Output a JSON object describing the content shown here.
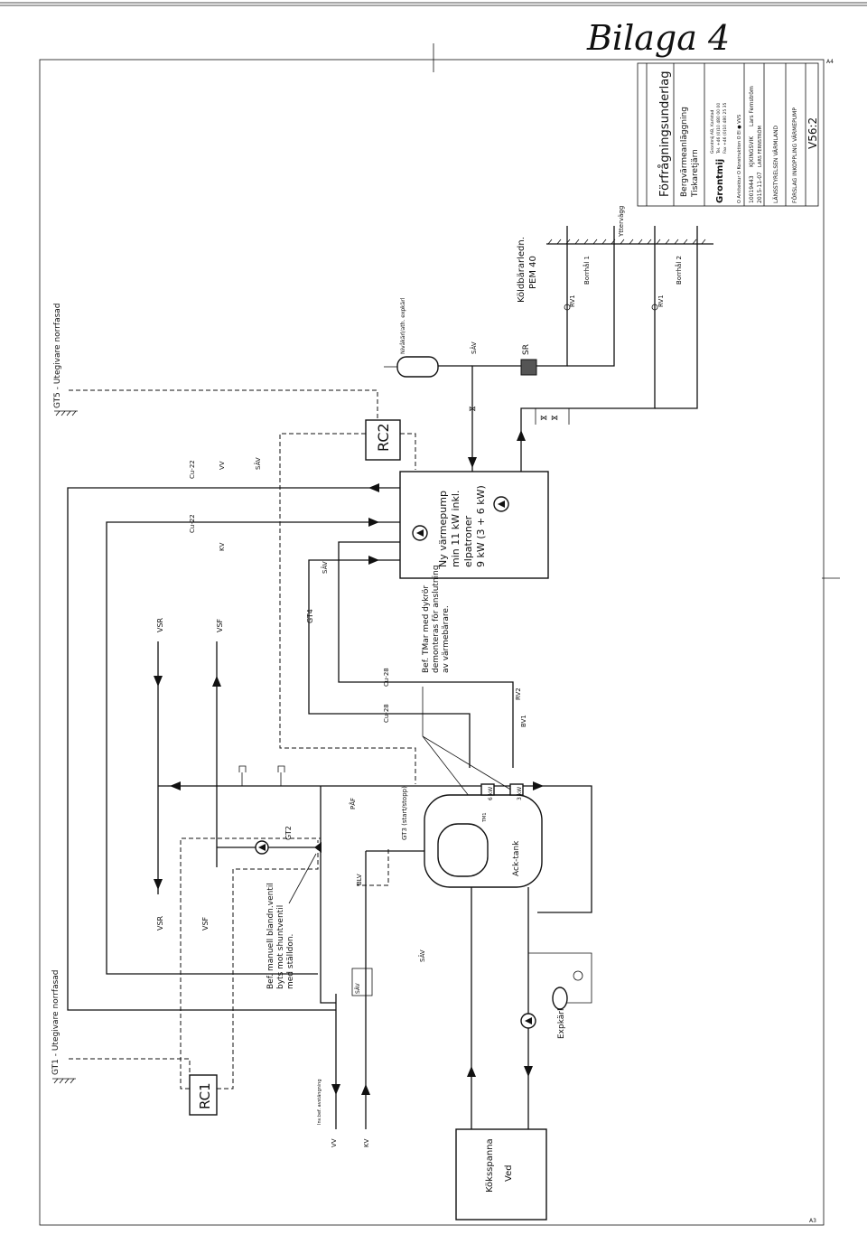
{
  "header": {
    "bilaga": "Bilaga 4"
  },
  "title_block": {
    "doc_type": "Förfrågningsunderlag",
    "project_line1": "Bergvärmeanläggning",
    "project_line2": "Tiskaretjärn",
    "company": "Grontmij",
    "office": "Grontmij AB, Karlstad",
    "phone": "Tel. +46 (0)10 480 00 00",
    "fax": "Fax +46 (0)10 480 25 35",
    "disciplines": "O Arkitektur   O Konstruktion   O El   ● VVS",
    "uppdragsnr": "10019443",
    "handlaggare": "KJKINGSVIK",
    "granskare": "Lars Fernström",
    "datum": "2015-11-07",
    "ansvarig": "LARS FERNSTRÖM",
    "client": "LÄNSSTYRELSEN VÄRMLAND",
    "drawing_title": "FÖRSLAG INKOPPLING VÄRMEPUMP",
    "drawing_no": "V56:2"
  },
  "components": {
    "heatpump": [
      "Ny värmepump",
      "min 11 kW inkl.",
      "elpatroner",
      "9 kW (3 + 6 kW)"
    ],
    "ackutank": "Ack-tank",
    "kitchen": [
      "Köksspanna",
      "Ved"
    ],
    "expansion_open": "Nivåkärl/ath. expkärl",
    "expkarl": "Expkärl",
    "rc1": "RC1",
    "rc2": "RC2",
    "sr": "SR"
  },
  "sensors": {
    "gt5": "GT5 - Utegivare norrfasad",
    "gt1": "GT1 - Utegivare norrfasad",
    "gt4": "GT4",
    "gt2": "GT2",
    "gt3": "GT3 (start/stopp)"
  },
  "labels": {
    "kolbararledn": "Köldbärarledn.",
    "pem": "PEM 40",
    "ytterdagg": "Yttervägg",
    "borrhal1": "Borrhål 1",
    "borrhal2": "Borrhål 2",
    "vv": "VV",
    "kv": "KV",
    "vsr": "VSR",
    "vsf": "VSF",
    "cu22a": "Cu-22",
    "cu22b": "Cu-22",
    "cu28a": "Cu-28",
    "cu28b": "Cu-28",
    "sav1": "SÄV",
    "sav2": "SÄV",
    "sav3": "SÄV",
    "sav4": "SÄV",
    "sav5": "SÄV",
    "rv1a": "RV1",
    "rv1b": "RV1",
    "rv2": "RV2",
    "bv1": "BV1",
    "blv": "BLV",
    "paf": "PÅF",
    "tmt": "TM1",
    "kw6": "6 kW",
    "kw3": "3 kW",
    "vatt": "Inv.bef. avstängning",
    "note_tmar": [
      "Bef. TMar med dykrör",
      "demonteras för anslutning",
      "av värmebärare."
    ],
    "note_blandventil": [
      "Bef. manuell blandn.ventil",
      "byts mot shuntventil",
      "med ställdon."
    ]
  },
  "margin": {
    "left_mark": "A4",
    "bottom_mark": "A3"
  }
}
